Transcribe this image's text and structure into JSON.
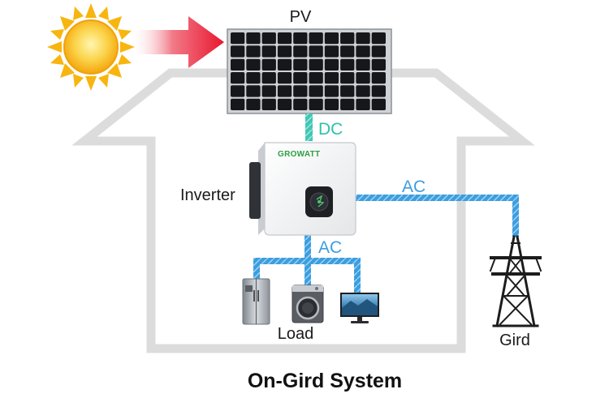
{
  "labels": {
    "pv": "PV",
    "dc": "DC",
    "ac_grid": "AC",
    "ac_load": "AC",
    "inverter": "Inverter",
    "load": "Load",
    "grid": "Gird",
    "brand": "GROWATT",
    "title": "On-Gird System"
  },
  "colors": {
    "house_outline": "#dcdcdc",
    "dc_line": "#3fc7b5",
    "ac_line": "#3b9ee0",
    "dc_text": "#2fc1ad",
    "ac_text": "#3b9ee0",
    "arrow": "#e8283c",
    "sun": "#f7b50f",
    "brand_green": "#2e9e47"
  },
  "icons": {
    "sun": "sun-icon",
    "arrow": "sunlight-arrow-icon",
    "pv": "solar-panel-icon",
    "inverter": "inverter-icon",
    "fridge": "refrigerator-icon",
    "washer": "washing-machine-icon",
    "tv": "television-icon",
    "tower": "transmission-tower-icon"
  }
}
